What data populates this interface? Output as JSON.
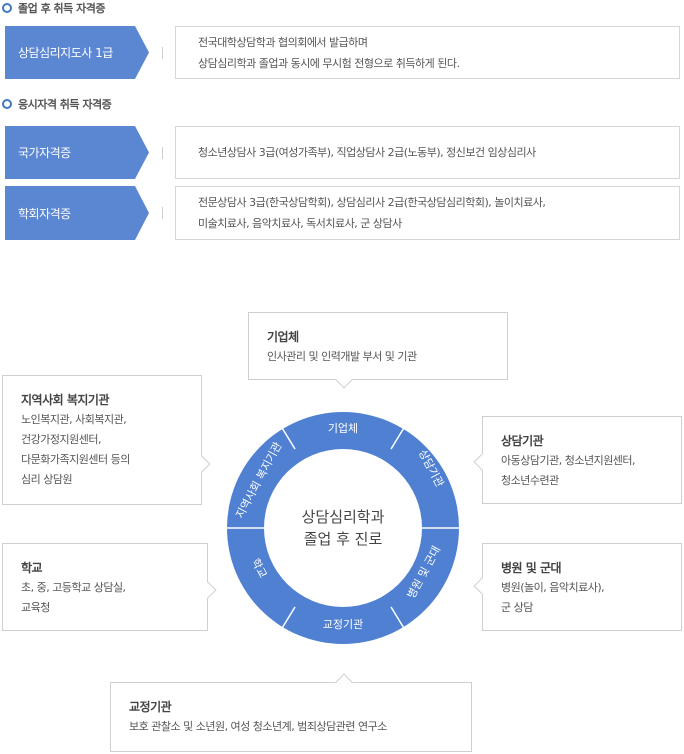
{
  "qualifications": {
    "graduation_title": "졸업 후 취득 자격증",
    "graduation_items": [
      {
        "label": "상담심리지도사 1급",
        "lines": [
          "전국대학상담학과 협의회에서 발급하며",
          "상담심리학과 졸업과 동시에 무시험 전형으로 취득하게 된다."
        ]
      }
    ],
    "exam_title": "응시자격 취득 자격증",
    "exam_items": [
      {
        "label": "국가자격증",
        "lines": [
          "청소년상담사 3급(여성가족부), 직업상담사 2급(노동부), 정신보건 임상심리사"
        ]
      },
      {
        "label": "학회자격증",
        "lines": [
          "전문상담사 3급(한국상담학회), 상담심리사 2급(한국상담심리학회), 놀이치료사,",
          "미술치료사, 음악치료사, 독서치료사, 군 상담사"
        ]
      }
    ]
  },
  "careers": {
    "center_line1": "상담심리학과",
    "center_line2": "졸업 후 진로",
    "ring_labels": [
      "기업체",
      "상담기관",
      "병원 및 군대",
      "교정기관",
      "학교",
      "지역사회 복지기관"
    ],
    "boxes": {
      "company": {
        "title": "기업체",
        "lines": [
          "인사관리 및 인력개발 부서 및 기관"
        ]
      },
      "welfare": {
        "title": "지역사회 복지기관",
        "lines": [
          "노인복지관, 사회복지관,",
          "건강가정지원센터,",
          "다문화가족지원센터 등의",
          "심리 상담원"
        ]
      },
      "counsel": {
        "title": "상담기관",
        "lines": [
          "아동상담기관, 청소년지원센터,",
          "청소년수련관"
        ]
      },
      "school": {
        "title": "학교",
        "lines": [
          "초, 중, 고등학교 상담실,",
          "교육청"
        ]
      },
      "hospital": {
        "title": "병원 및 군대",
        "lines": [
          "병원(놀이, 음악치료사),",
          "군 상담"
        ]
      },
      "correct": {
        "title": "교정기관",
        "lines": [
          "보호 관찰소 및 소년원, 여성 청소년계, 범죄상담관련 연구소"
        ]
      }
    },
    "colors": {
      "ring": "#4f80d2",
      "inner": "#ffffff",
      "text_on_ring": "#ffffff"
    }
  }
}
